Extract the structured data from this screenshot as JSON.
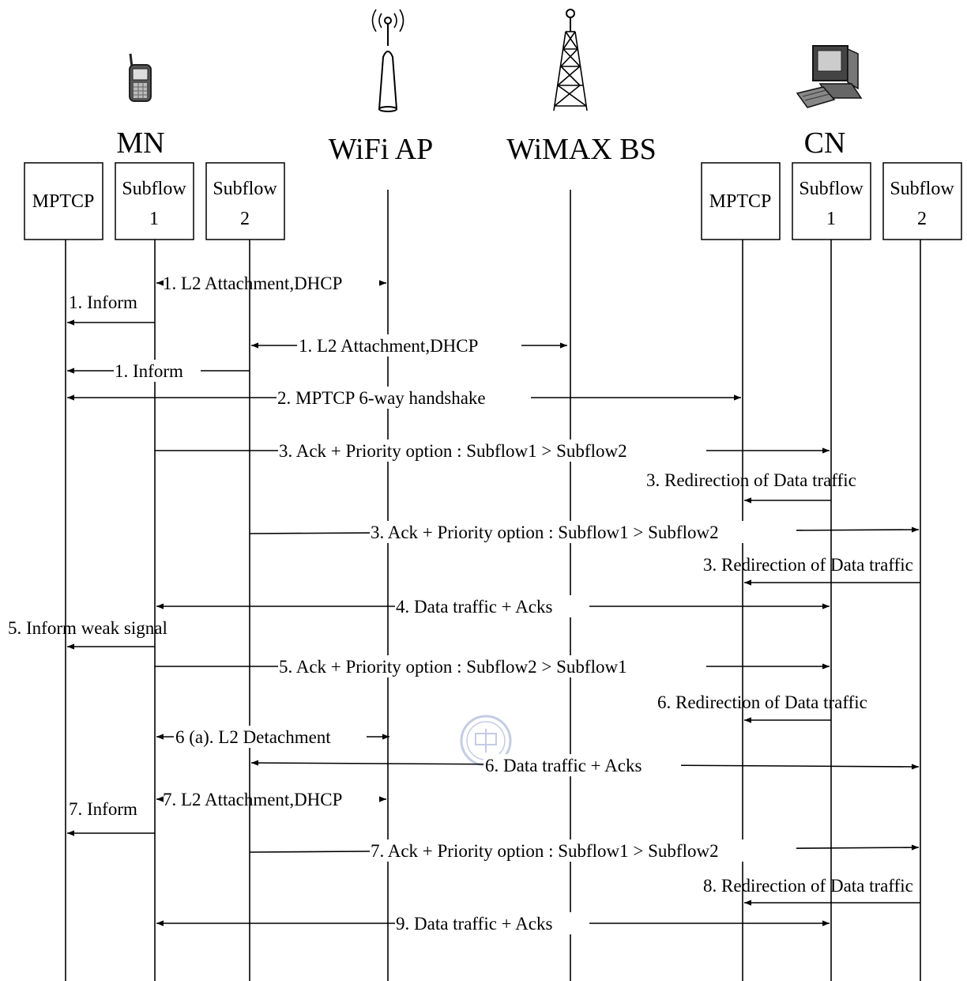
{
  "headers": {
    "mn": "MN",
    "wifi": "WiFi AP",
    "wimax": "WiMAX BS",
    "cn": "CN"
  },
  "boxes": {
    "mn_mptcp": "MPTCP",
    "mn_sf1_a": "Subflow",
    "mn_sf1_b": "1",
    "mn_sf2_a": "Subflow",
    "mn_sf2_b": "2",
    "cn_mptcp": "MPTCP",
    "cn_sf1_a": "Subflow",
    "cn_sf1_b": "1",
    "cn_sf2_a": "Subflow",
    "cn_sf2_b": "2"
  },
  "messages": {
    "m1": "1. L2 Attachment,DHCP",
    "m2": "1. Inform",
    "m3": "1. L2 Attachment,DHCP",
    "m4": "1. Inform",
    "m5": "2. MPTCP 6-way handshake",
    "m6": "3. Ack + Priority option : Subflow1 > Subflow2",
    "m7": "3. Redirection of Data traffic",
    "m8": "3. Ack + Priority option : Subflow1 > Subflow2",
    "m9": "3. Redirection of Data traffic",
    "m10": "4. Data traffic + Acks",
    "m11": "5. Inform weak signal",
    "m12": "5. Ack + Priority option : Subflow2 > Subflow1",
    "m13": "6. Redirection of Data traffic",
    "m14": "6 (a). L2 Detachment",
    "m15": "6. Data traffic + Acks",
    "m16": "7. L2 Attachment,DHCP",
    "m17": "7. Inform",
    "m18": "7. Ack + Priority option : Subflow1 > Subflow2",
    "m19": "8. Redirection of Data traffic",
    "m20": "9. Data traffic + Acks"
  },
  "icons": {
    "mn": "mobile-phone-icon",
    "wifi": "wifi-access-point-icon",
    "wimax": "wimax-tower-icon",
    "cn": "desktop-computer-icon",
    "watermark": "university-seal-watermark"
  }
}
